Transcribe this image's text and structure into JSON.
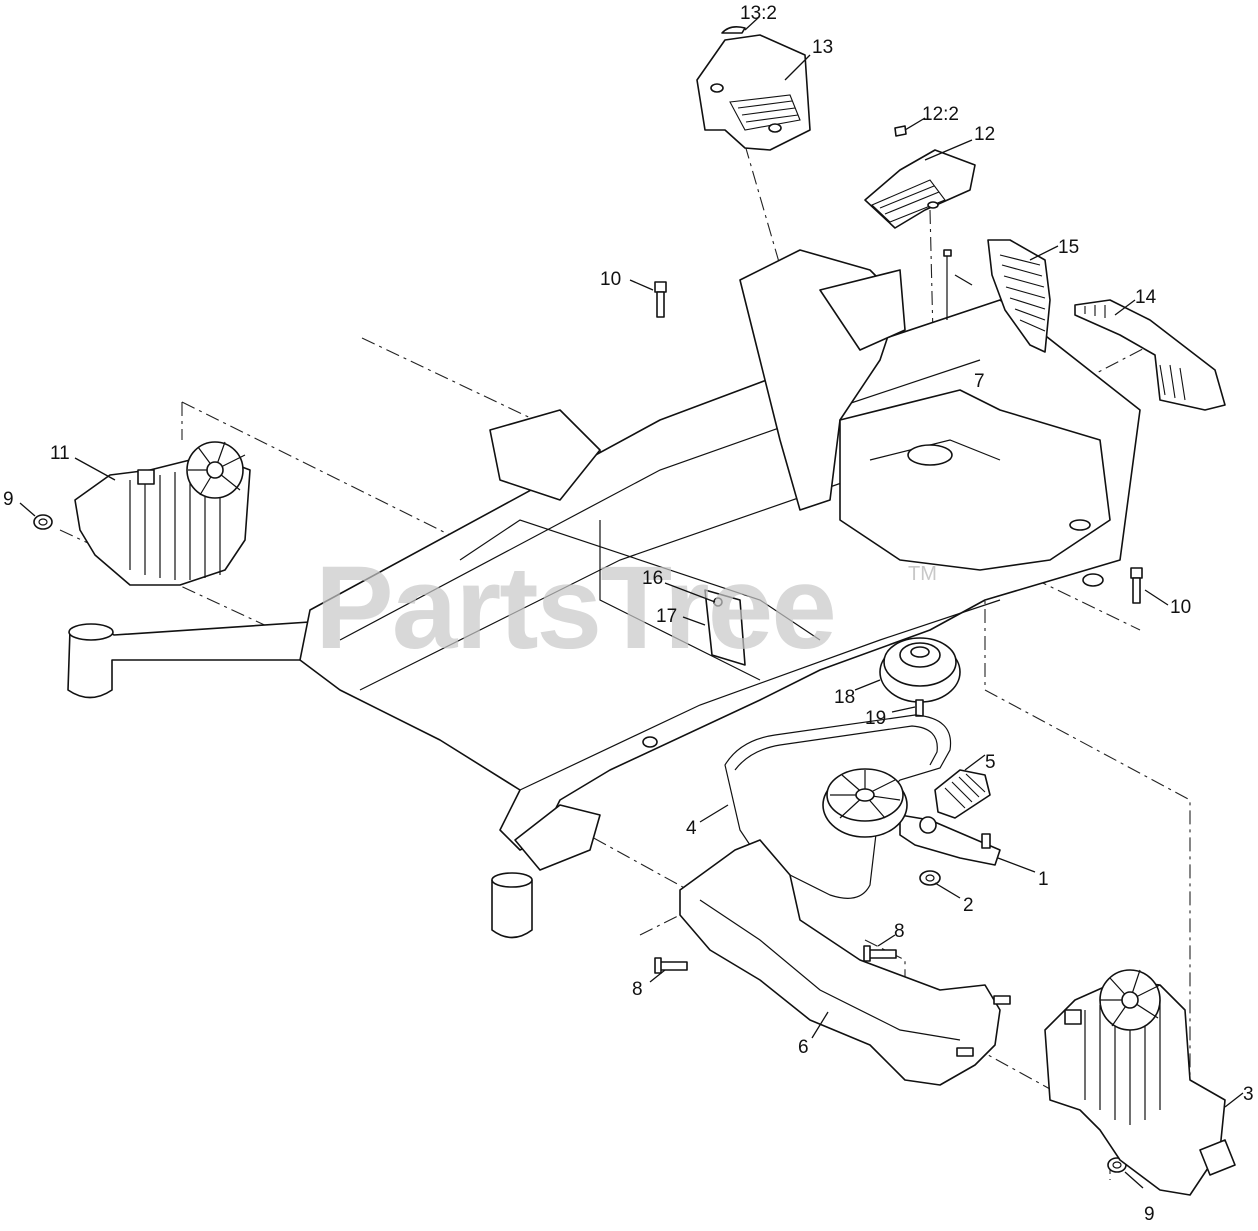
{
  "watermark": {
    "text": "PartsTree",
    "trademark": "TM"
  },
  "callouts": {
    "c1": "1",
    "c2": "2",
    "c3": "3",
    "c4": "4",
    "c5": "5",
    "c6": "6",
    "c7": "7",
    "c8a": "8",
    "c8b": "8",
    "c9a": "9",
    "c9b": "9",
    "c10a": "10",
    "c10b": "10",
    "c11": "11",
    "c12": "12",
    "c12_2": "12:2",
    "c13": "13",
    "c13_2": "13:2",
    "c14": "14",
    "c15": "15",
    "c16": "16",
    "c17": "17",
    "c18": "18",
    "c19": "19"
  }
}
